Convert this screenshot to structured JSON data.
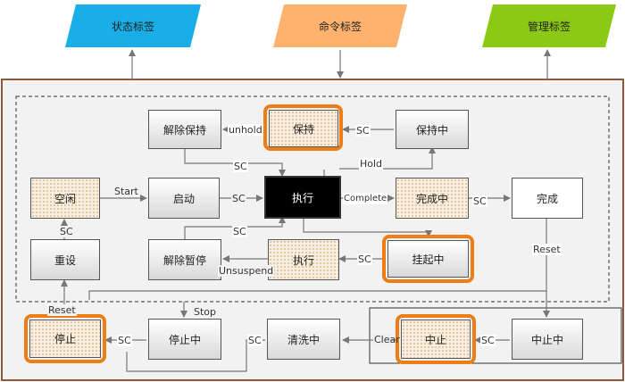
{
  "tags": {
    "status": {
      "label": "状态标签",
      "color": "#1aaee8"
    },
    "command": {
      "label": "命令标签",
      "color": "#ffb26e"
    },
    "manage": {
      "label": "管理标签",
      "color": "#8cc914"
    }
  },
  "states": {
    "idle": "空闲",
    "reset": "重设",
    "starting": "启动",
    "execute": "执行",
    "completing": "完成中",
    "complete": "完成",
    "unholding": "解除保持",
    "held": "保持",
    "holding": "保持中",
    "unsuspending": "解除暂停",
    "suspended": "执行",
    "suspending": "挂起中",
    "stopped": "停止",
    "stopping": "停止中",
    "clearing": "清洗中",
    "aborted": "中止",
    "aborting": "中止中"
  },
  "transitions": {
    "start": "Start",
    "sc": "SC",
    "complete": "Complete",
    "hold": "Hold",
    "unhold": "unhold",
    "unsuspend": "Unsuspend",
    "reset": "Reset",
    "stop": "Stop",
    "clear": "Clear"
  },
  "colors": {
    "highlight": "#ee7d16",
    "frame_bg": "#f2f2f2",
    "frame_border": "#8b5a3c"
  }
}
